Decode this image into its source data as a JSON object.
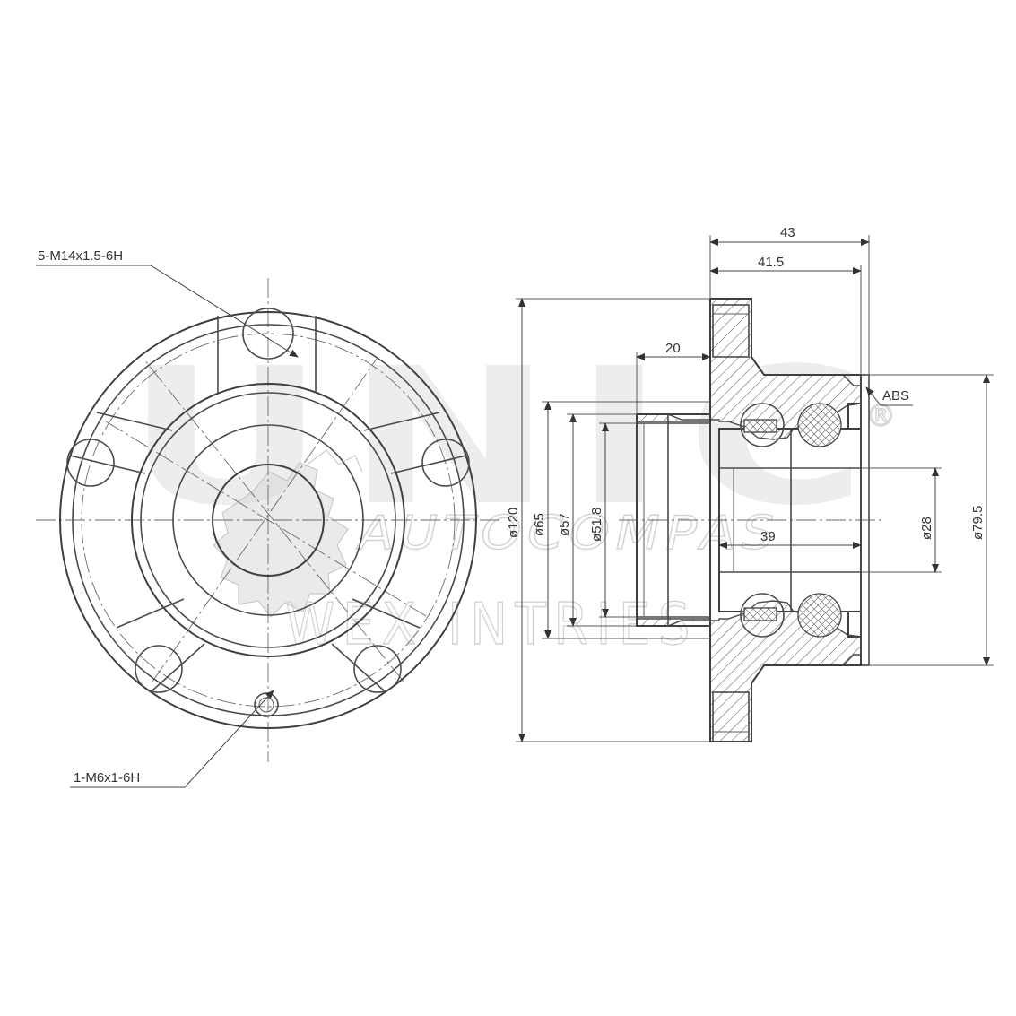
{
  "callouts": {
    "thread_holes": "5-M14x1.5-6H",
    "screw_hole": "1-M6x1-6H",
    "abs": "ABS"
  },
  "dimensions": {
    "total_length": "43",
    "flange_to_face": "41.5",
    "pilot_depth": "20",
    "bearing_width": "39",
    "flange_diameter": "ø120",
    "pilot_outer": "ø65",
    "pilot_inner": "ø57",
    "bore": "ø51.8",
    "inner_bore": "ø28",
    "outer_diameter": "ø79.5"
  },
  "watermark": {
    "brand_mark": "UNIC",
    "registered": "®",
    "line1": "AUTOCOMPAS",
    "line2": "WEX INTRIES"
  }
}
